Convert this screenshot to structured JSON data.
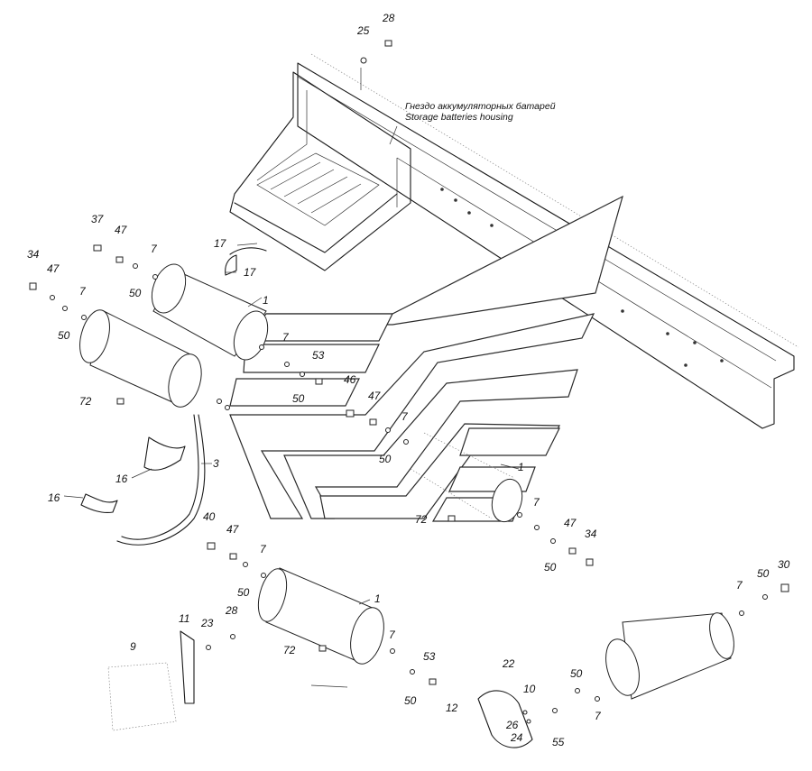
{
  "captions": {
    "line_ru": "Гнездо аккумуляторных батарей",
    "line_en": "Storage batteries housing"
  },
  "callouts": [
    "25",
    "28",
    "37",
    "47",
    "7",
    "34",
    "47",
    "7",
    "50",
    "50",
    "17",
    "17",
    "1",
    "7",
    "53",
    "50",
    "46",
    "72",
    "47",
    "7",
    "50",
    "16",
    "3",
    "16",
    "1",
    "7",
    "72",
    "40",
    "47",
    "7",
    "50",
    "47",
    "34",
    "50",
    "7",
    "30",
    "50",
    "11",
    "23",
    "28",
    "9",
    "1",
    "7",
    "72",
    "53",
    "50",
    "22",
    "10",
    "12",
    "26",
    "24",
    "55",
    "50",
    "7"
  ]
}
